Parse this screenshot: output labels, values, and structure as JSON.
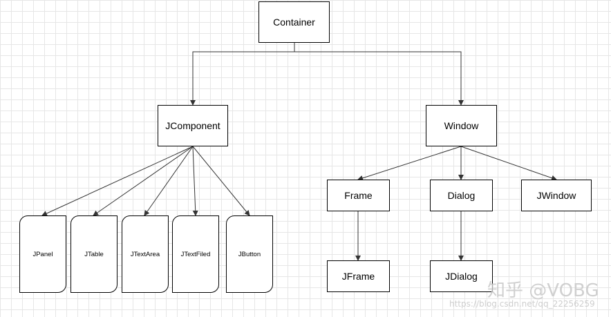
{
  "diagram": {
    "nodes": {
      "container": "Container",
      "jcomponent": "JComponent",
      "window": "Window",
      "frame": "Frame",
      "dialog": "Dialog",
      "jwindow": "JWindow",
      "jframe": "JFrame",
      "jdialog": "JDialog",
      "jpanel": "JPanel",
      "jtable": "JTable",
      "jtextarea": "JTextArea",
      "jtextfiled": "JTextFiled",
      "jbutton": "JButton"
    },
    "edges": [
      [
        "container",
        "jcomponent"
      ],
      [
        "container",
        "window"
      ],
      [
        "jcomponent",
        "jpanel"
      ],
      [
        "jcomponent",
        "jtable"
      ],
      [
        "jcomponent",
        "jtextarea"
      ],
      [
        "jcomponent",
        "jtextfiled"
      ],
      [
        "jcomponent",
        "jbutton"
      ],
      [
        "window",
        "frame"
      ],
      [
        "window",
        "dialog"
      ],
      [
        "window",
        "jwindow"
      ],
      [
        "frame",
        "jframe"
      ],
      [
        "dialog",
        "jdialog"
      ]
    ]
  },
  "watermark": {
    "brand": "知乎 @VOBG",
    "url": "https://blog.csdn.net/qq_22256259"
  }
}
